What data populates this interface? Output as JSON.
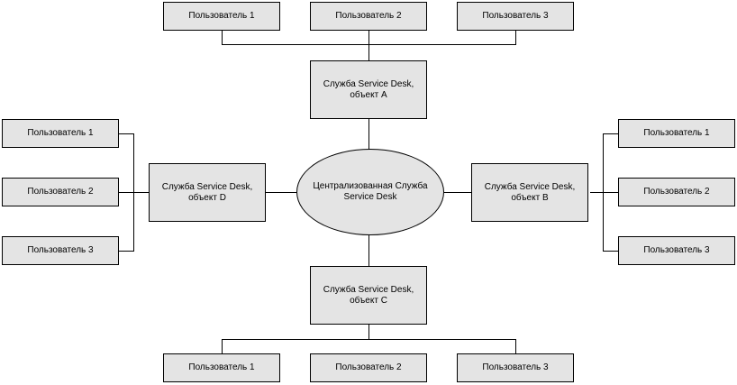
{
  "center": {
    "label": "Централизованная Служба\nService Desk"
  },
  "services": {
    "a": "Служба Service Desk,\nобъект А",
    "b": "Служба Service Desk,\nобъект В",
    "c": "Служба Service Desk,\nобъект С",
    "d": "Служба Service Desk,\nобъект D"
  },
  "users": {
    "top": [
      "Пользователь 1",
      "Пользователь 2",
      "Пользователь 3"
    ],
    "left": [
      "Пользователь 1",
      "Пользователь 2",
      "Пользователь 3"
    ],
    "right": [
      "Пользователь 1",
      "Пользователь 2",
      "Пользователь 3"
    ],
    "bottom": [
      "Пользователь 1",
      "Пользователь 2",
      "Пользователь 3"
    ]
  }
}
